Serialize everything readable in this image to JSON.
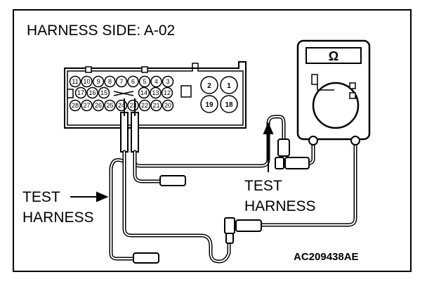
{
  "title": "HARNESS SIDE: A-02",
  "labels": {
    "test_harness_left_line1": "TEST",
    "test_harness_left_line2": "HARNESS",
    "test_harness_right_line1": "TEST",
    "test_harness_right_line2": "HARNESS",
    "figure_code": "AC209438AE"
  },
  "meter": {
    "mode_symbol": "Ω"
  },
  "connector": {
    "row1": [
      "11",
      "10",
      "9",
      "8",
      "7",
      "6",
      "5",
      "4",
      "3"
    ],
    "row2": [
      "17",
      "16",
      "15",
      "14",
      "13",
      "12"
    ],
    "row3": [
      "28",
      "27",
      "26",
      "25",
      "24",
      "23",
      "22",
      "21",
      "20"
    ],
    "big_pins_top": [
      "2",
      "1"
    ],
    "big_pins_bottom": [
      "19",
      "18"
    ]
  }
}
